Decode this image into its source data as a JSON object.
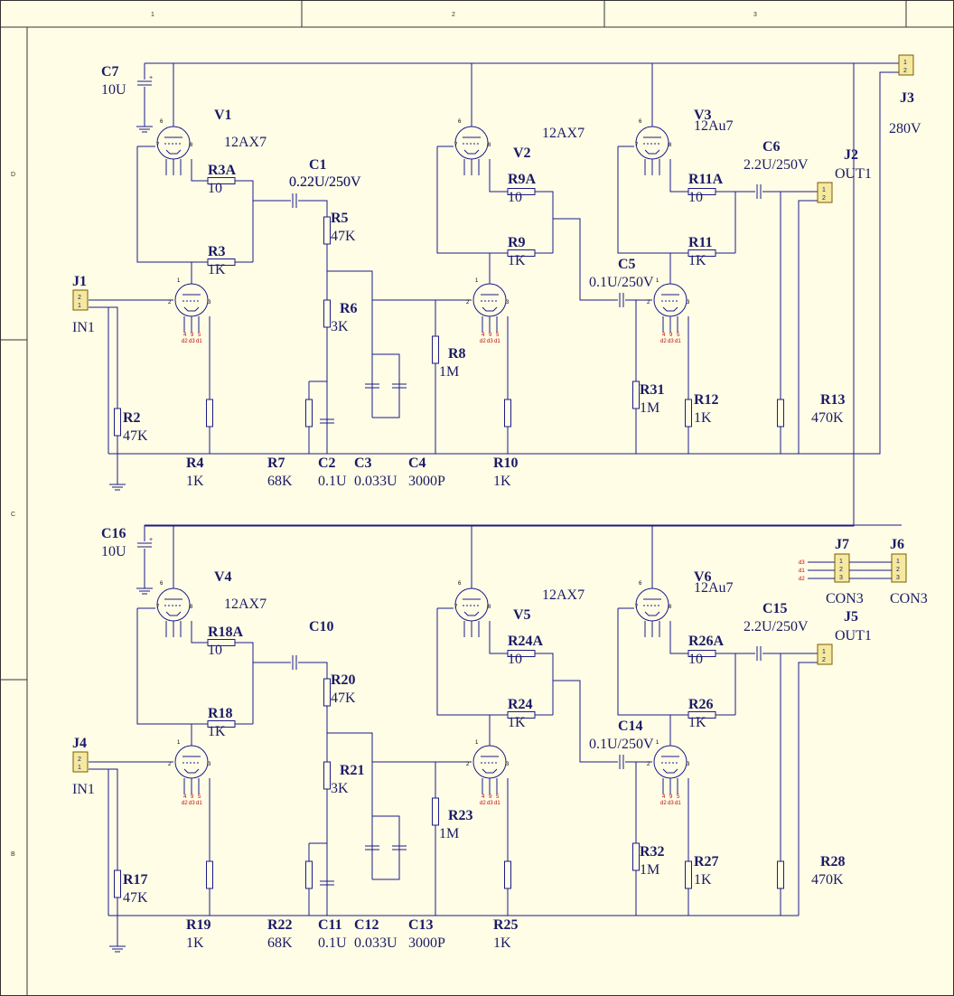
{
  "frame": {
    "top_zones": [
      "1",
      "2",
      "3"
    ],
    "side_zones": [
      "D",
      "C",
      "B"
    ]
  },
  "channel_top": {
    "tubes": [
      {
        "ref": "V1",
        "value": "12AX7"
      },
      {
        "ref": "V2",
        "value": "12AX7"
      },
      {
        "ref": "V3",
        "value": "12Au7"
      }
    ],
    "caps": [
      {
        "ref": "C7",
        "value": "10U"
      },
      {
        "ref": "C1",
        "value": "0.22U/250V"
      },
      {
        "ref": "C5",
        "value": "0.1U/250V"
      },
      {
        "ref": "C6",
        "value": "2.2U/250V"
      },
      {
        "ref": "C2",
        "value": "0.1U"
      },
      {
        "ref": "C3",
        "value": "0.033U"
      },
      {
        "ref": "C4",
        "value": "3000P"
      }
    ],
    "resistors": [
      {
        "ref": "R3A",
        "value": "10"
      },
      {
        "ref": "R3",
        "value": "1K"
      },
      {
        "ref": "R5",
        "value": "47K"
      },
      {
        "ref": "R6",
        "value": "3K"
      },
      {
        "ref": "R8",
        "value": "1M"
      },
      {
        "ref": "R9A",
        "value": "10"
      },
      {
        "ref": "R9",
        "value": "1K"
      },
      {
        "ref": "R11A",
        "value": "10"
      },
      {
        "ref": "R11",
        "value": "1K"
      },
      {
        "ref": "R31",
        "value": "1M"
      },
      {
        "ref": "R12",
        "value": "1K"
      },
      {
        "ref": "R13",
        "value": "470K"
      },
      {
        "ref": "R2",
        "value": "47K"
      },
      {
        "ref": "R4",
        "value": "1K"
      },
      {
        "ref": "R7",
        "value": "68K"
      },
      {
        "ref": "R10",
        "value": "1K"
      }
    ],
    "connectors": [
      {
        "ref": "J1",
        "value": "IN1",
        "pins": [
          "2",
          "1"
        ]
      },
      {
        "ref": "J2",
        "value": "OUT1",
        "pins": [
          "1",
          "2"
        ]
      },
      {
        "ref": "J3",
        "value": "280V",
        "pins": [
          "1",
          "2"
        ]
      }
    ]
  },
  "channel_bottom": {
    "tubes": [
      {
        "ref": "V4",
        "value": "12AX7"
      },
      {
        "ref": "V5",
        "value": "12AX7"
      },
      {
        "ref": "V6",
        "value": "12Au7"
      }
    ],
    "caps": [
      {
        "ref": "C16",
        "value": "10U"
      },
      {
        "ref": "C10",
        "value": "0.22U/250V"
      },
      {
        "ref": "C14",
        "value": "0.1U/250V"
      },
      {
        "ref": "C15",
        "value": "2.2U/250V"
      },
      {
        "ref": "C11",
        "value": "0.1U"
      },
      {
        "ref": "C12",
        "value": "0.033U"
      },
      {
        "ref": "C13",
        "value": "3000P"
      }
    ],
    "resistors": [
      {
        "ref": "R18A",
        "value": "10"
      },
      {
        "ref": "R18",
        "value": "1K"
      },
      {
        "ref": "R20",
        "value": "47K"
      },
      {
        "ref": "R21",
        "value": "3K"
      },
      {
        "ref": "R23",
        "value": "1M"
      },
      {
        "ref": "R24A",
        "value": "10"
      },
      {
        "ref": "R24",
        "value": "1K"
      },
      {
        "ref": "R26A",
        "value": "10"
      },
      {
        "ref": "R26",
        "value": "1K"
      },
      {
        "ref": "R32",
        "value": "1M"
      },
      {
        "ref": "R27",
        "value": "1K"
      },
      {
        "ref": "R28",
        "value": "470K"
      },
      {
        "ref": "R17",
        "value": "47K"
      },
      {
        "ref": "R19",
        "value": "1K"
      },
      {
        "ref": "R22",
        "value": "68K"
      },
      {
        "ref": "R25",
        "value": "1K"
      }
    ],
    "connectors": [
      {
        "ref": "J4",
        "value": "IN1",
        "pins": [
          "2",
          "1"
        ]
      },
      {
        "ref": "J5",
        "value": "OUT1",
        "pins": [
          "1",
          "2"
        ]
      },
      {
        "ref": "J7",
        "value": "CON3",
        "pins": [
          "1",
          "2",
          "3"
        ]
      },
      {
        "ref": "J6",
        "value": "CON3",
        "pins": [
          "1",
          "2",
          "3"
        ]
      }
    ]
  },
  "tube_pins": {
    "top": [
      "6",
      "7",
      "8"
    ],
    "bottom": [
      "1",
      "2",
      "3"
    ],
    "heater_pins": [
      "4",
      "9",
      "5"
    ],
    "heater_nets": [
      "d2",
      "d3",
      "d1"
    ]
  },
  "j7_nets": [
    "d3",
    "d1",
    "d2"
  ]
}
